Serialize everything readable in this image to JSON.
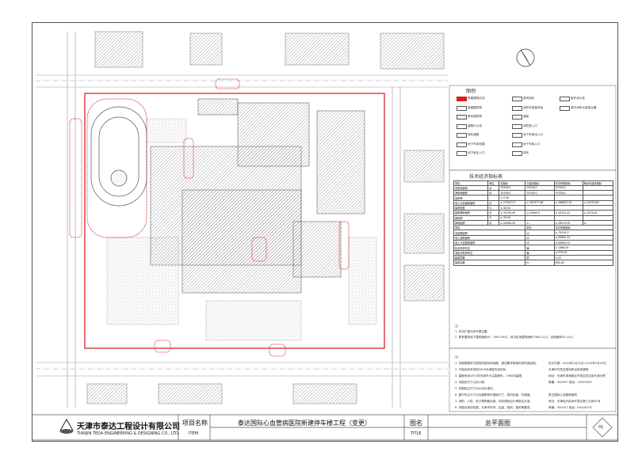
{
  "title_block": {
    "company_cn": "天津市泰达工程设计有限公司",
    "company_en": "TIANJIN TEDA ENGINEERING & DESIGNING CO., LTD.",
    "logo_text": "TEDA",
    "item_label_cn": "项目名称",
    "item_label_en": "ITEM",
    "project_name": "泰达国际心血管病医院新建停车楼工程（变更）",
    "title_label_cn": "图名",
    "title_label_en": "TITLE",
    "drawing_title": "总平面图",
    "sheet_no": "01"
  },
  "legend": {
    "title": "图例",
    "items": [
      "新建建筑红线",
      "新建建筑物",
      "原有建筑物",
      "道路中心线",
      "绿化道路",
      "地下车库范围",
      "地下室出入口",
      "原有绿化",
      "消防车登高场地",
      "铺装",
      "消防登入口",
      "地下车库出入口",
      "地下车库入口",
      "绿化",
      "室外消火栓",
      "室外消防水泵接合器"
    ]
  },
  "eco_table": {
    "title": "技术经济指标表",
    "header": [
      "项目",
      "单位",
      "总指标",
      "已建设指标",
      "本次申报指标",
      "剩余可建设指标"
    ],
    "rows": [
      [
        "总用地面积",
        "㎡",
        "75326.0",
        "75326.0",
        "75326.0",
        "-"
      ],
      [
        "净用地面积",
        "㎡",
        "75326.0",
        "75326.0",
        "75326.0",
        "-"
      ],
      [
        "容积率",
        "-",
        "≤ 2.50",
        "",
        "",
        ""
      ],
      [
        "地上计容建筑面积",
        "㎡",
        "≤ 275437.3",
        "≤ 167477.98",
        "≤ 166067.24",
        "≤ 22323.83"
      ],
      [
        "建筑密度",
        "%",
        "≤ 40.00",
        "",
        "",
        ""
      ],
      [
        "建筑基底面积",
        "㎡",
        "≤ 30130.40",
        "≤ 24095.0",
        "≤ 24741.22",
        "≤ 2079.42"
      ],
      [
        "绿地率",
        "%",
        "≥ 35.00",
        "",
        "",
        ""
      ],
      [
        "绿地面积",
        "㎡",
        "≥ 26364.45",
        "≥ -",
        "≥ 26570.00",
        "≥ -"
      ]
    ],
    "sub_header": [
      "项目",
      "单位",
      "本次申报指标"
    ],
    "sub_rows": [
      [
        "总建筑面积",
        "㎡",
        "≤ 75519.3"
      ],
      [
        "地上建筑面积",
        "㎡",
        "≤ 64690.24"
      ],
      [
        "地上计容建筑面积",
        "㎡",
        "≤ 64690.24"
      ],
      [
        "机动车停车位",
        "辆",
        "≥ 1468.00"
      ],
      [
        "非机动车停车位",
        "辆",
        "≥ 570.00"
      ],
      [
        "建筑层数",
        "层",
        "1.00"
      ],
      [
        "建筑高度",
        "m",
        "565.00"
      ]
    ],
    "notes": [
      "注：",
      "1. 本次扩建为停车楼位置。",
      "2. 原有建筑地下建筑面积为：7485.36㎡，其中民用建筑面积7468.22㎡，设施面积24.14㎡"
    ]
  },
  "notes": {
    "title": "注：",
    "items": [
      "1. 本图根据甲方提供的规划用地图，规划要求等相关资料而绘制。",
      "2. 平面坐标系采用2000天津城市坐标系。",
      "3. 高程采用1972年天津市大沽高程系，1985年高程。",
      "4. 本图总尺寸以米计算。",
      "5. 本图除注尺寸均以米为单位。",
      "6. 图中所注尺寸均为建筑物外墙面尺寸，竖向标高、外墙面。",
      "7. 消防、人防、电力等配套设施，待总规划后行审批后为准。",
      "8. 本图为规划总图，天津市的市、区级、规划、相关等要求。"
    ],
    "right": [
      "设计日期：2024年1月20日-2025年1月20日",
      "天津市开发区规划和自然资源局",
      "地址：天津市滨海新区开发区宏达街天津大厦",
      "邮编：300457  电话：25202009",
      "泰达国际心血管病医院",
      "地址：天津经济技术开发区第三大街61号",
      "邮编：300457  电话：65208733"
    ]
  },
  "colors": {
    "boundary": "#d62020",
    "building": "#8a8a8a",
    "line": "#555555"
  }
}
